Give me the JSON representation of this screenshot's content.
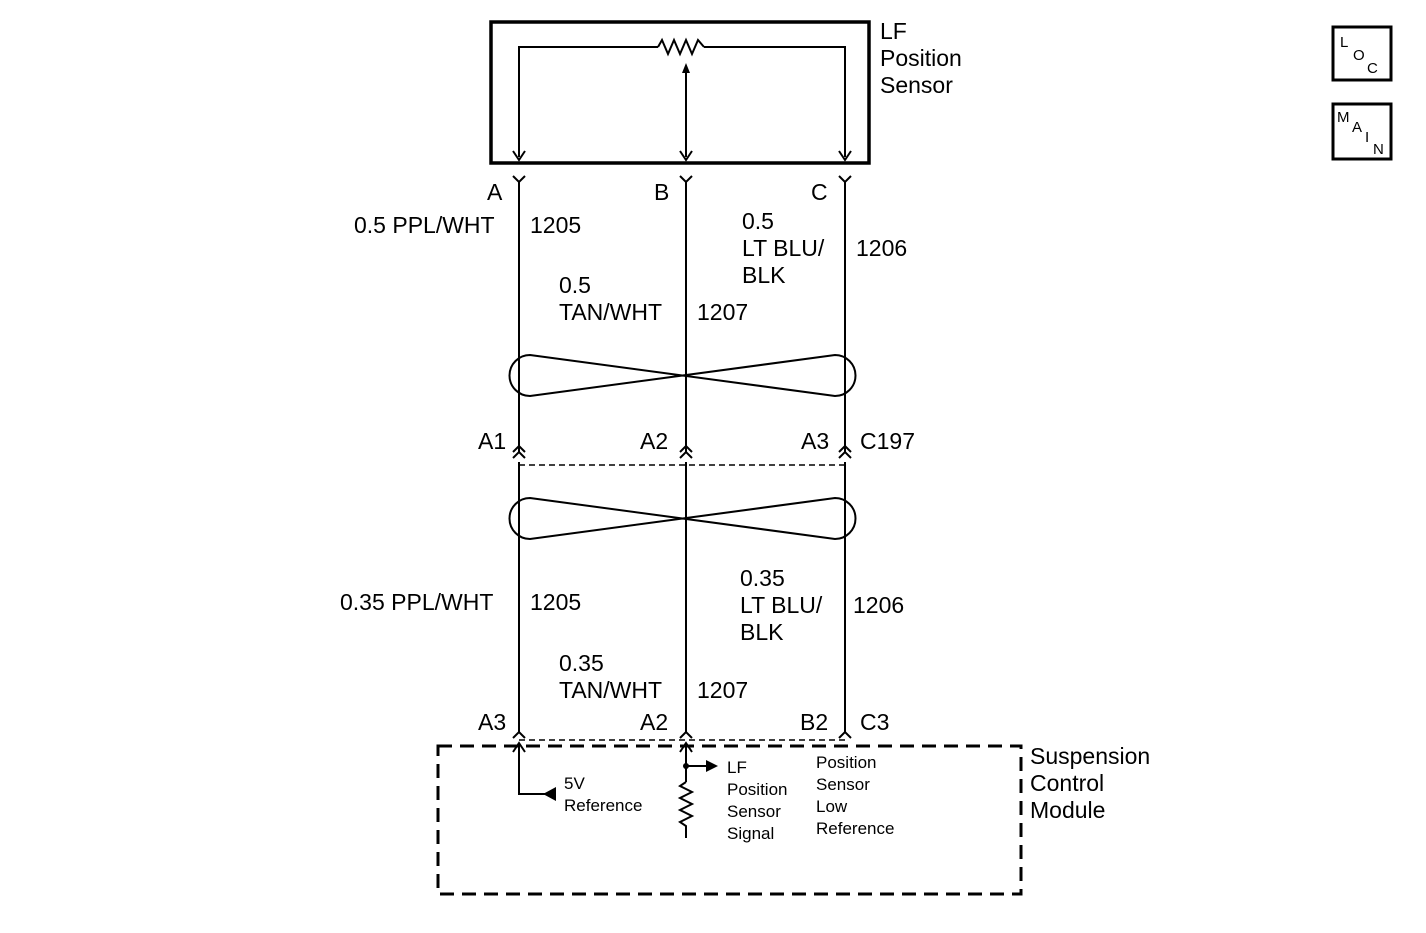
{
  "sensor": {
    "title_line1": "LF",
    "title_line2": "Position",
    "title_line3": "Sensor",
    "pins": [
      "A",
      "B",
      "C"
    ]
  },
  "upper_wires": {
    "a": {
      "spec": "0.5 PPL/WHT",
      "circuit": "1205"
    },
    "b": {
      "spec_line1": "0.5",
      "spec_line2": "TAN/WHT",
      "circuit": "1207"
    },
    "c": {
      "spec_line1": "0.5",
      "spec_line2": "LT BLU/",
      "spec_line3": "BLK",
      "circuit": "1206"
    }
  },
  "connector": {
    "name": "C197",
    "pins": [
      "A1",
      "A2",
      "A3"
    ]
  },
  "lower_wires": {
    "a": {
      "spec": "0.35 PPL/WHT",
      "circuit": "1205"
    },
    "b": {
      "spec_line1": "0.35",
      "spec_line2": "TAN/WHT",
      "circuit": "1207"
    },
    "c": {
      "spec_line1": "0.35",
      "spec_line2": "LT BLU/",
      "spec_line3": "BLK",
      "circuit": "1206"
    }
  },
  "module": {
    "name_line1": "Suspension",
    "name_line2": "Control",
    "name_line3": "Module",
    "connector": "C3",
    "pins": [
      "A3",
      "A2",
      "B2"
    ],
    "ref": {
      "line1": "5V",
      "line2": "Reference"
    },
    "signal": {
      "line1": "LF",
      "line2": "Position",
      "line3": "Sensor",
      "line4": "Signal"
    },
    "low_ref": {
      "line1": "Position",
      "line2": "Sensor",
      "line3": "Low",
      "line4": "Reference"
    }
  },
  "nav": {
    "loc": {
      "l": "L",
      "o": "O",
      "c": "C"
    },
    "main": {
      "m": "M",
      "a": "A",
      "i": "I",
      "n": "N"
    }
  }
}
